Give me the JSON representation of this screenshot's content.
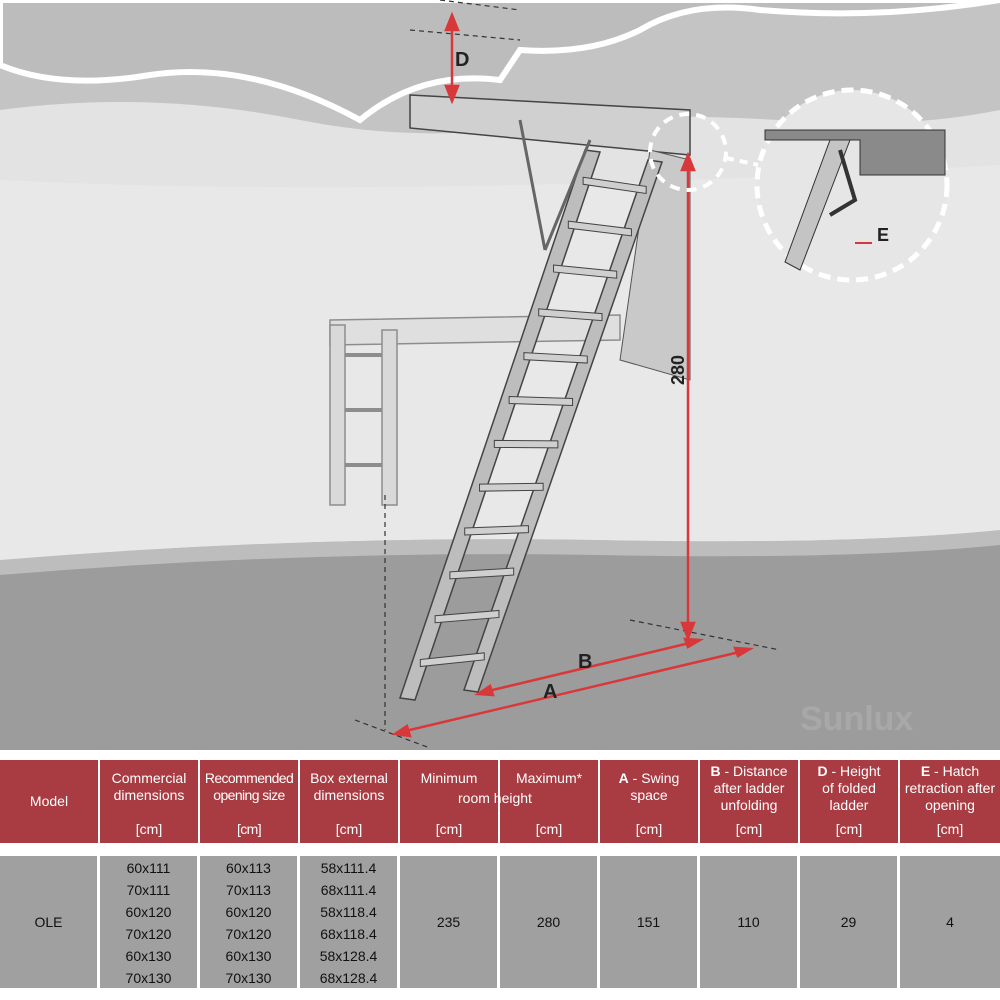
{
  "diagram": {
    "labels": {
      "D": "D",
      "height": "280",
      "A": "A",
      "B": "B",
      "E": "E"
    },
    "watermark": "Sunlux",
    "colors": {
      "accent": "#d9383a",
      "ceiling": "#c4c4c4",
      "wall": "#e3e3e3",
      "floor": "#9c9c9c"
    }
  },
  "table": {
    "headers": [
      {
        "title": "Model",
        "unit": ""
      },
      {
        "title": "Commercial dimensions",
        "unit": "[cm]"
      },
      {
        "title": "Recommended opening size",
        "unit": "[cm]"
      },
      {
        "title": "Box external dimensions",
        "unit": "[cm]"
      },
      {
        "title": "Minimum",
        "unit": "[cm]"
      },
      {
        "title": "Maximum*",
        "unit": "[cm]"
      },
      {
        "key": "A",
        "title": " - Swing space",
        "unit": "[cm]"
      },
      {
        "key": "B",
        "title": " - Distance after ladder unfolding",
        "unit": "[cm]"
      },
      {
        "key": "D",
        "title": " - Height of folded ladder",
        "unit": "[cm]"
      },
      {
        "key": "E",
        "title": " - Hatch retraction after opening",
        "unit": "[cm]"
      }
    ],
    "room_height_label": "room height",
    "row": {
      "model": "OLE",
      "commercial": [
        "60x111",
        "70x111",
        "60x120",
        "70x120",
        "60x130",
        "70x130"
      ],
      "opening": [
        "60x113",
        "70x113",
        "60x120",
        "70x120",
        "60x130",
        "70x130"
      ],
      "box": [
        "58x111.4",
        "68x111.4",
        "58x118.4",
        "68x118.4",
        "58x128.4",
        "68x128.4"
      ],
      "min_height": "235",
      "max_height": "280",
      "A": "151",
      "B": "110",
      "D": "29",
      "E": "4"
    }
  }
}
